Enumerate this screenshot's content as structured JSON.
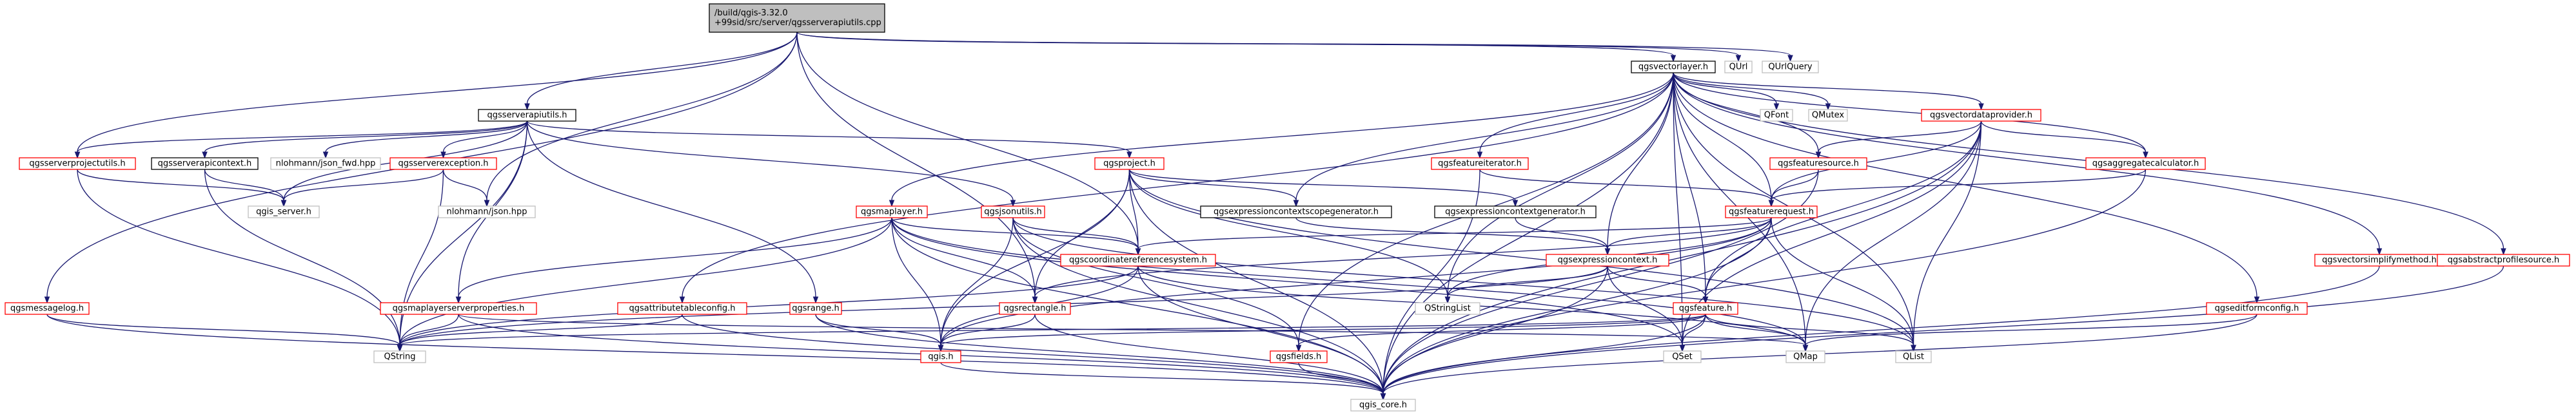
{
  "colors": {
    "edge": "#191970",
    "root_fill": "#bfbfbf",
    "root_border": "#000000",
    "documented_border": "#000000",
    "missing_border": "#ff0000",
    "external_border": "#bfbfbf",
    "text": "#000000"
  },
  "nodes": [
    {
      "id": "root",
      "lines": [
        "/build/qgis-3.32.0",
        "+99sid/src/server/qgsserverapiutils.cpp"
      ],
      "kind": "root"
    },
    {
      "id": "qgsvectorlayer",
      "lines": [
        "qgsvectorlayer.h"
      ],
      "kind": "documented"
    },
    {
      "id": "qurl",
      "lines": [
        "QUrl"
      ],
      "kind": "external"
    },
    {
      "id": "qurlquery",
      "lines": [
        "QUrlQuery"
      ],
      "kind": "external"
    },
    {
      "id": "qgsserverapiutils",
      "lines": [
        "qgsserverapiutils.h"
      ],
      "kind": "documented"
    },
    {
      "id": "qgsserverprojectutils",
      "lines": [
        "qgsserverprojectutils.h"
      ],
      "kind": "missing"
    },
    {
      "id": "qgsserverapicontext",
      "lines": [
        "qgsserverapicontext.h"
      ],
      "kind": "documented"
    },
    {
      "id": "nlohmann_fwd",
      "lines": [
        "nlohmann/json_fwd.hpp"
      ],
      "kind": "external"
    },
    {
      "id": "qgsserverexception",
      "lines": [
        "qgsserverexception.h"
      ],
      "kind": "missing"
    },
    {
      "id": "qgsproject",
      "lines": [
        "qgsproject.h"
      ],
      "kind": "missing"
    },
    {
      "id": "qfont",
      "lines": [
        "QFont"
      ],
      "kind": "external"
    },
    {
      "id": "qmutex",
      "lines": [
        "QMutex"
      ],
      "kind": "external"
    },
    {
      "id": "qgsvectordataprovider",
      "lines": [
        "qgsvectordataprovider.h"
      ],
      "kind": "missing"
    },
    {
      "id": "qgsfeatureiterator",
      "lines": [
        "qgsfeatureiterator.h"
      ],
      "kind": "missing"
    },
    {
      "id": "qgsfeaturesource",
      "lines": [
        "qgsfeaturesource.h"
      ],
      "kind": "missing"
    },
    {
      "id": "qgsaggregatecalculator",
      "lines": [
        "qgsaggregatecalculator.h"
      ],
      "kind": "missing"
    },
    {
      "id": "qgis_server",
      "lines": [
        "qgis_server.h"
      ],
      "kind": "external"
    },
    {
      "id": "nlohmann_json",
      "lines": [
        "nlohmann/json.hpp"
      ],
      "kind": "external"
    },
    {
      "id": "qgsmaplayer",
      "lines": [
        "qgsmaplayer.h"
      ],
      "kind": "missing"
    },
    {
      "id": "qgsjsonutils",
      "lines": [
        "qgsjsonutils.h"
      ],
      "kind": "missing"
    },
    {
      "id": "qgsexprscopegen",
      "lines": [
        "qgsexpressioncontextscopegenerator.h"
      ],
      "kind": "documented"
    },
    {
      "id": "qgsexprctxgen",
      "lines": [
        "qgsexpressioncontextgenerator.h"
      ],
      "kind": "documented"
    },
    {
      "id": "qgsfeaturerequest",
      "lines": [
        "qgsfeaturerequest.h"
      ],
      "kind": "missing"
    },
    {
      "id": "qgscrs",
      "lines": [
        "qgscoordinatereferencesystem.h"
      ],
      "kind": "missing"
    },
    {
      "id": "qgsexprcontext",
      "lines": [
        "qgsexpressioncontext.h"
      ],
      "kind": "missing"
    },
    {
      "id": "qgsvectorsimplify",
      "lines": [
        "qgsvectorsimplifymethod.h"
      ],
      "kind": "missing"
    },
    {
      "id": "qgsabstractprofile",
      "lines": [
        "qgsabstractprofilesource.h"
      ],
      "kind": "missing"
    },
    {
      "id": "qgsmessagelog",
      "lines": [
        "qgsmessagelog.h"
      ],
      "kind": "missing"
    },
    {
      "id": "qgsmaplayerserverprops",
      "lines": [
        "qgsmaplayerserverproperties.h"
      ],
      "kind": "missing"
    },
    {
      "id": "qgsattributetableconfig",
      "lines": [
        "qgsattributetableconfig.h"
      ],
      "kind": "missing"
    },
    {
      "id": "qgsrange",
      "lines": [
        "qgsrange.h"
      ],
      "kind": "missing"
    },
    {
      "id": "qgsrectangle",
      "lines": [
        "qgsrectangle.h"
      ],
      "kind": "missing"
    },
    {
      "id": "qstringlist",
      "lines": [
        "QStringList"
      ],
      "kind": "external"
    },
    {
      "id": "qgsfeature",
      "lines": [
        "qgsfeature.h"
      ],
      "kind": "missing"
    },
    {
      "id": "qgseditformconfig",
      "lines": [
        "qgseditformconfig.h"
      ],
      "kind": "missing"
    },
    {
      "id": "qstring",
      "lines": [
        "QString"
      ],
      "kind": "external"
    },
    {
      "id": "qgis_h",
      "lines": [
        "qgis.h"
      ],
      "kind": "missing"
    },
    {
      "id": "qgsfields",
      "lines": [
        "qgsfields.h"
      ],
      "kind": "missing"
    },
    {
      "id": "qset",
      "lines": [
        "QSet"
      ],
      "kind": "external"
    },
    {
      "id": "qmap",
      "lines": [
        "QMap"
      ],
      "kind": "external"
    },
    {
      "id": "qlist",
      "lines": [
        "QList"
      ],
      "kind": "external"
    },
    {
      "id": "qgis_core",
      "lines": [
        "qgis_core.h"
      ],
      "kind": "external"
    }
  ],
  "edges": [
    [
      "root",
      "qgsvectorlayer"
    ],
    [
      "root",
      "qurl"
    ],
    [
      "root",
      "qurlquery"
    ],
    [
      "root",
      "qgsserverapiutils"
    ],
    [
      "root",
      "qgsserverprojectutils"
    ],
    [
      "root",
      "nlohmann_json"
    ],
    [
      "root",
      "qgsmessagelog"
    ],
    [
      "root",
      "qgscrs"
    ],
    [
      "root",
      "qgsrectangle"
    ],
    [
      "qgsserverapiutils",
      "qgsserverprojectutils"
    ],
    [
      "qgsserverapiutils",
      "qgsserverapicontext"
    ],
    [
      "qgsserverapiutils",
      "nlohmann_fwd"
    ],
    [
      "qgsserverapiutils",
      "qgsserverexception"
    ],
    [
      "qgsserverapiutils",
      "qgsproject"
    ],
    [
      "qgsserverapiutils",
      "qgis_server"
    ],
    [
      "qgsserverapiutils",
      "qgsjsonutils"
    ],
    [
      "qgsserverapiutils",
      "qgsmaplayerserverprops"
    ],
    [
      "qgsserverapiutils",
      "qgsrange"
    ],
    [
      "qgsserverapiutils",
      "qstring"
    ],
    [
      "qgsserverprojectutils",
      "qgis_server"
    ],
    [
      "qgsserverprojectutils",
      "qstring"
    ],
    [
      "qgsserverapicontext",
      "qgis_server"
    ],
    [
      "qgsserverapicontext",
      "qstring"
    ],
    [
      "qgsserverexception",
      "qgis_server"
    ],
    [
      "qgsserverexception",
      "qstring"
    ],
    [
      "qgsserverexception",
      "nlohmann_json"
    ],
    [
      "qgsproject",
      "qgsexprscopegen"
    ],
    [
      "qgsproject",
      "qgsexprctxgen"
    ],
    [
      "qgsproject",
      "qgscrs"
    ],
    [
      "qgsproject",
      "qgis_core"
    ],
    [
      "qgsproject",
      "qgis_h"
    ],
    [
      "qgsproject",
      "qstringlist"
    ],
    [
      "qgsproject",
      "qlist"
    ],
    [
      "qgsproject",
      "qgsrectangle"
    ],
    [
      "qgsvectorlayer",
      "qfont"
    ],
    [
      "qgsvectorlayer",
      "qmutex"
    ],
    [
      "qgsvectorlayer",
      "qgsvectordataprovider"
    ],
    [
      "qgsvectorlayer",
      "qgsfeatureiterator"
    ],
    [
      "qgsvectorlayer",
      "qgsfeaturesource"
    ],
    [
      "qgsvectorlayer",
      "qgsaggregatecalculator"
    ],
    [
      "qgsvectorlayer",
      "qgsmaplayer"
    ],
    [
      "qgsvectorlayer",
      "qgsexprscopegen"
    ],
    [
      "qgsvectorlayer",
      "qgsfeaturerequest"
    ],
    [
      "qgsvectorlayer",
      "qgsexprcontext"
    ],
    [
      "qgsvectorlayer",
      "qgsvectorsimplify"
    ],
    [
      "qgsvectorlayer",
      "qgsabstractprofile"
    ],
    [
      "qgsvectorlayer",
      "qgsattributetableconfig"
    ],
    [
      "qgsvectorlayer",
      "qgsfeature"
    ],
    [
      "qgsvectorlayer",
      "qgseditformconfig"
    ],
    [
      "qgsvectorlayer",
      "qgis_core"
    ],
    [
      "qgsvectorlayer",
      "qset"
    ],
    [
      "qgsvectorlayer",
      "qmap"
    ],
    [
      "qgsvectorlayer",
      "qlist"
    ],
    [
      "qgsvectorlayer",
      "qgsfields"
    ],
    [
      "qgsvectorlayer",
      "qstringlist"
    ],
    [
      "qgsvectordataprovider",
      "qgsfeaturesource"
    ],
    [
      "qgsvectordataprovider",
      "qgsaggregatecalculator"
    ],
    [
      "qgsvectordataprovider",
      "qgsfeaturerequest"
    ],
    [
      "qgsvectordataprovider",
      "qgsfeature"
    ],
    [
      "qgsvectordataprovider",
      "qgis_core"
    ],
    [
      "qgsvectordataprovider",
      "qmap"
    ],
    [
      "qgsvectordataprovider",
      "qlist"
    ],
    [
      "qgsvectordataprovider",
      "qset"
    ],
    [
      "qgsfeatureiterator",
      "qgsfeaturerequest"
    ],
    [
      "qgsfeatureiterator",
      "qgis_core"
    ],
    [
      "qgsfeaturesource",
      "qgsfeaturerequest"
    ],
    [
      "qgsfeaturesource",
      "qgis_core"
    ],
    [
      "qgsaggregatecalculator",
      "qgsfeaturerequest"
    ],
    [
      "qgsaggregatecalculator",
      "qgis_core"
    ],
    [
      "qgsfeaturerequest",
      "qgscrs"
    ],
    [
      "qgsfeaturerequest",
      "qgsexprcontext"
    ],
    [
      "qgsfeaturerequest",
      "qgsfeature"
    ],
    [
      "qgsfeaturerequest",
      "qgsrectangle"
    ],
    [
      "qgsfeaturerequest",
      "qstringlist"
    ],
    [
      "qgsfeaturerequest",
      "qlist"
    ],
    [
      "qgsfeaturerequest",
      "qgis_core"
    ],
    [
      "qgsfeaturerequest",
      "qgis_h"
    ],
    [
      "qgsmaplayer",
      "qgscrs"
    ],
    [
      "qgsmaplayer",
      "qgsmaplayerserverprops"
    ],
    [
      "qgsmaplayer",
      "qgsrectangle"
    ],
    [
      "qgsmaplayer",
      "qgis_h"
    ],
    [
      "qgsmaplayer",
      "qgis_core"
    ],
    [
      "qgsmaplayer",
      "qstring"
    ],
    [
      "qgsmaplayer",
      "qset"
    ],
    [
      "qgsmaplayer",
      "qmap"
    ],
    [
      "qgsjsonutils",
      "qgscrs"
    ],
    [
      "qgsjsonutils",
      "qgsfields"
    ],
    [
      "qgsjsonutils",
      "qgis_core"
    ],
    [
      "qgsjsonutils",
      "qgis_h"
    ],
    [
      "qgsjsonutils",
      "qlist"
    ],
    [
      "qgsexprctxgen",
      "qgsexprcontext"
    ],
    [
      "qgsexprscopegen",
      "qgsexprcontext"
    ],
    [
      "qgscrs",
      "qgis_h"
    ],
    [
      "qgscrs",
      "qgis_core"
    ],
    [
      "qgscrs",
      "qstring"
    ],
    [
      "qgscrs",
      "qmap"
    ],
    [
      "qgsexprcontext",
      "qgsfeature"
    ],
    [
      "qgsexprcontext",
      "qgis_core"
    ],
    [
      "qgsexprcontext",
      "qset"
    ],
    [
      "qgsexprcontext",
      "qstring"
    ],
    [
      "qgsexprcontext",
      "qstringlist"
    ],
    [
      "qgsfeature",
      "qgsfields"
    ],
    [
      "qgsfeature",
      "qgis_core"
    ],
    [
      "qgsfeature",
      "qgis_h"
    ],
    [
      "qgsfeature",
      "qmap"
    ],
    [
      "qgsfeature",
      "qlist"
    ],
    [
      "qgsfeature",
      "qset"
    ],
    [
      "qgsfeature",
      "qstring"
    ],
    [
      "qgsrectangle",
      "qgis_h"
    ],
    [
      "qgsrectangle",
      "qgis_core"
    ],
    [
      "qgsrange",
      "qgis_h"
    ],
    [
      "qgsrange",
      "qgis_core"
    ],
    [
      "qgsmessagelog",
      "qgis_core"
    ],
    [
      "qgsmessagelog",
      "qstring"
    ],
    [
      "qgsmaplayerserverprops",
      "qgis_core"
    ],
    [
      "qgsmaplayerserverprops",
      "qmap"
    ],
    [
      "qgsmaplayerserverprops",
      "qstring"
    ],
    [
      "qgsattributetableconfig",
      "qgis_core"
    ],
    [
      "qgsattributetableconfig",
      "qstring"
    ],
    [
      "qgseditformconfig",
      "qgis_core"
    ],
    [
      "qgseditformconfig",
      "qmap"
    ],
    [
      "qgsvectorsimplify",
      "qgis_core"
    ],
    [
      "qgsabstractprofile",
      "qgis_core"
    ],
    [
      "qgsfields",
      "qgis_core"
    ],
    [
      "qgis_h",
      "qgis_core"
    ]
  ]
}
